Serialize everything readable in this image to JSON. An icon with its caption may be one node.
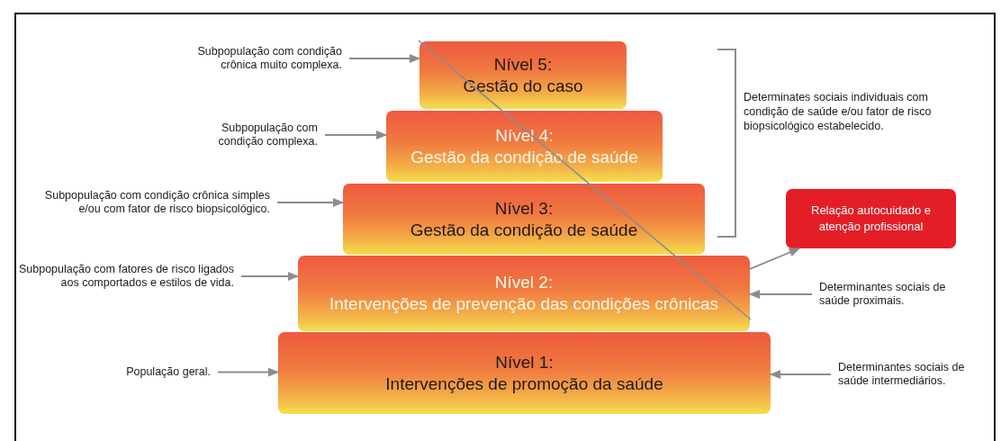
{
  "diagram": {
    "nodes": [
      {
        "text": [
          "Subpopulação com condição crônica muito complexa."
        ]
      },
      {
        "text": [
          "Nível 5:",
          "Gestão do caso"
        ]
      },
      {
        "text": [
          "Subpopulação com condição complexa."
        ]
      },
      {
        "text": [
          "Nível 4:",
          "Gestão da condição de saúde"
        ]
      },
      {
        "text": [
          "Subpopulação com condição crônica simples e/ou com fator de risco biopsicológico."
        ]
      },
      {
        "text": [
          "Nível 3:",
          "Gestão da condição de saúde"
        ]
      },
      {
        "text": [
          "Relação autocuidado e atenção profissional"
        ]
      },
      {
        "text": [
          "Subpopulação com fatores de risco ligados aos comportados e estilos de vida."
        ]
      },
      {
        "text": [
          "Nível 2:",
          "Intervenções de prevenção das condições crônicas"
        ]
      },
      {
        "text": [
          "Determinantes sociais de saúde proximais."
        ]
      },
      {
        "text": [
          "População geral."
        ]
      },
      {
        "text": [
          "Nível 1:",
          "Intervenções de promoção da saúde"
        ]
      },
      {
        "text": [
          "Determinantes sociais de saúde intermediários."
        ]
      }
    ],
    "edges": [
      {
        "from": 0,
        "to": 1,
        "arrow": "to"
      },
      {
        "from": 2,
        "to": 3,
        "arrow": "to"
      },
      {
        "from": 4,
        "to": 5,
        "arrow": "to"
      },
      {
        "from": 8,
        "to": 6,
        "arrow": "to"
      },
      {
        "from": 7,
        "to": 8,
        "arrow": "to"
      },
      {
        "from": 9,
        "to": 8,
        "arrow": "to"
      },
      {
        "from": 10,
        "to": 11,
        "arrow": "to"
      },
      {
        "from": 12,
        "to": 11,
        "arrow": "to"
      }
    ],
    "labels": [
      "Determinates sociais individuais com condição de saúde e/ou fator de risco biopsicológico estabelecido."
    ]
  }
}
